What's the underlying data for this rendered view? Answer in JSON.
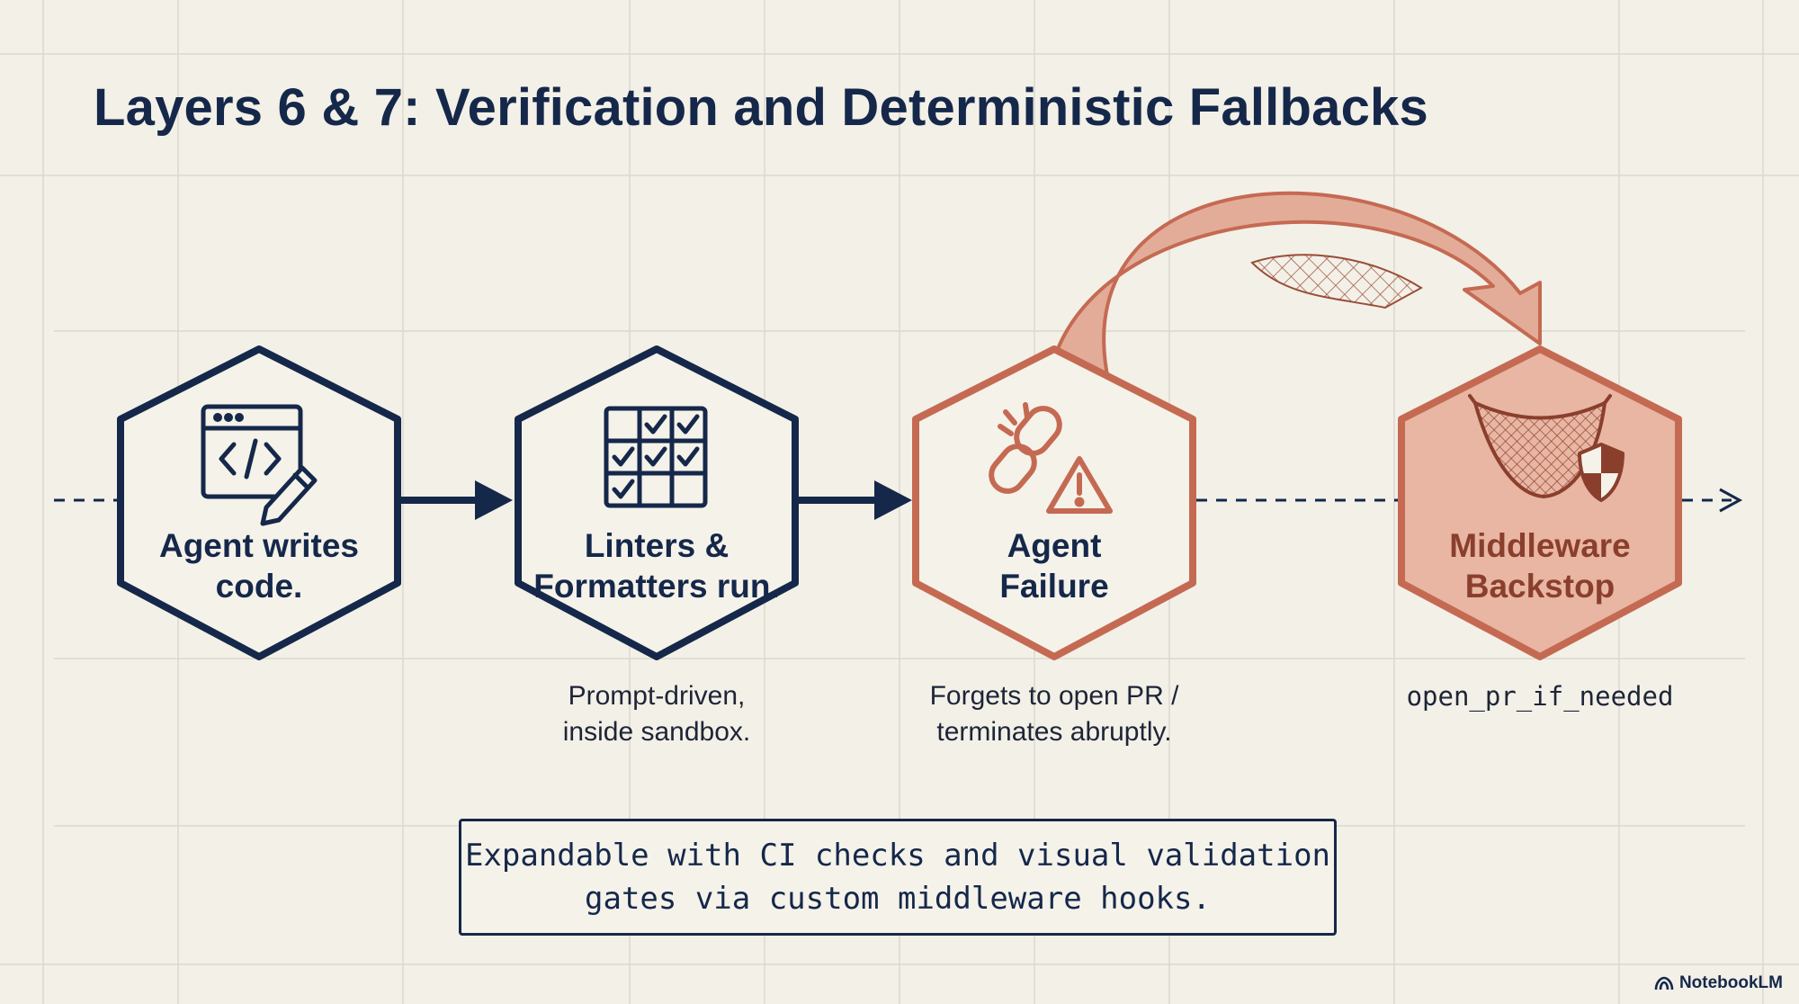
{
  "slide": {
    "title": "Layers 6 & 7: Verification and Deterministic Fallbacks"
  },
  "steps": [
    {
      "label_lines": [
        "Agent writes",
        "code."
      ],
      "caption_lines": [],
      "icon": "code-editor-pencil-icon"
    },
    {
      "label_lines": [
        "Linters &",
        "Formatters run."
      ],
      "caption_lines": [
        "Prompt-driven,",
        "inside sandbox."
      ],
      "icon": "checklist-grid-icon"
    },
    {
      "label_lines": [
        "Agent",
        "Failure"
      ],
      "caption_lines": [
        "Forgets to open PR /",
        "terminates abruptly."
      ],
      "icon": "broken-link-warning-icon"
    },
    {
      "label_lines": [
        "Middleware",
        "Backstop"
      ],
      "caption_lines": [
        "open_pr_if_needed"
      ],
      "icon": "safety-net-shield-icon"
    }
  ],
  "note": {
    "lines": [
      "Expandable with CI checks and visual validation",
      "gates via custom middleware hooks."
    ]
  },
  "branding": {
    "label": "NotebookLM"
  },
  "colors": {
    "navy": "#15284a",
    "rust": "#c56a52",
    "rust_fill": "#e3ac99",
    "background": "#f3f0e8",
    "grid": "#dcd8cf"
  }
}
